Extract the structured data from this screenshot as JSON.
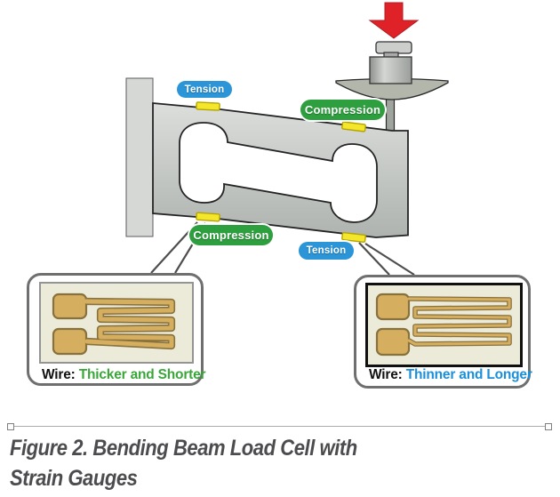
{
  "figure": {
    "force_arrow_icon": "down-arrow-icon",
    "labels": {
      "tension_top": "Tension",
      "compression_top": "Compression",
      "compression_bottom": "Compression",
      "tension_bottom": "Tension"
    },
    "callout_left": {
      "wire_prefix": "Wire:",
      "wire_desc": "Thicker and Shorter"
    },
    "callout_right": {
      "wire_prefix": "Wire:",
      "wire_desc": "Thinner and Longer"
    },
    "caption_line1": "Figure 2. Bending Beam Load Cell with",
    "caption_line2": "Strain Gauges",
    "colors": {
      "tension_blue": "#2b95d8",
      "compression_green": "#2e9f3e",
      "wire_text_green": "#3aa63a",
      "wire_text_blue": "#1b8fd9",
      "gauge_yellow": "#f4e62a",
      "arrow_red": "#df2228"
    }
  }
}
